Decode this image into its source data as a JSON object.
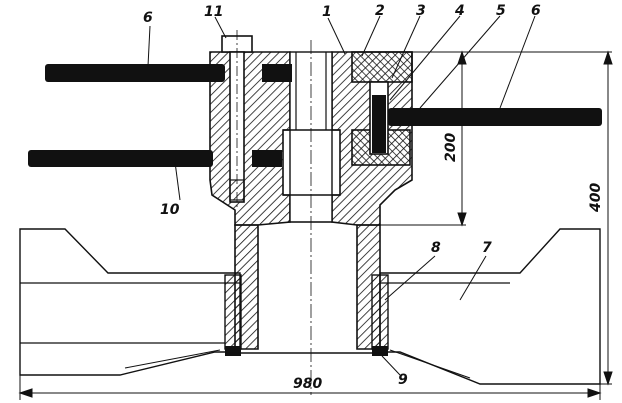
{
  "drawing": {
    "part_labels": {
      "p1": "1",
      "p2": "2",
      "p3": "3",
      "p4": "4",
      "p5": "5",
      "p6_left": "6",
      "p6_right": "6",
      "p7": "7",
      "p8": "8",
      "p9": "9",
      "p10": "10",
      "p11": "11"
    },
    "dimensions": {
      "height_200": "200",
      "height_400": "400",
      "width_980": "980"
    },
    "colors": {
      "ink": "#111111",
      "paper": "#ffffff"
    }
  }
}
